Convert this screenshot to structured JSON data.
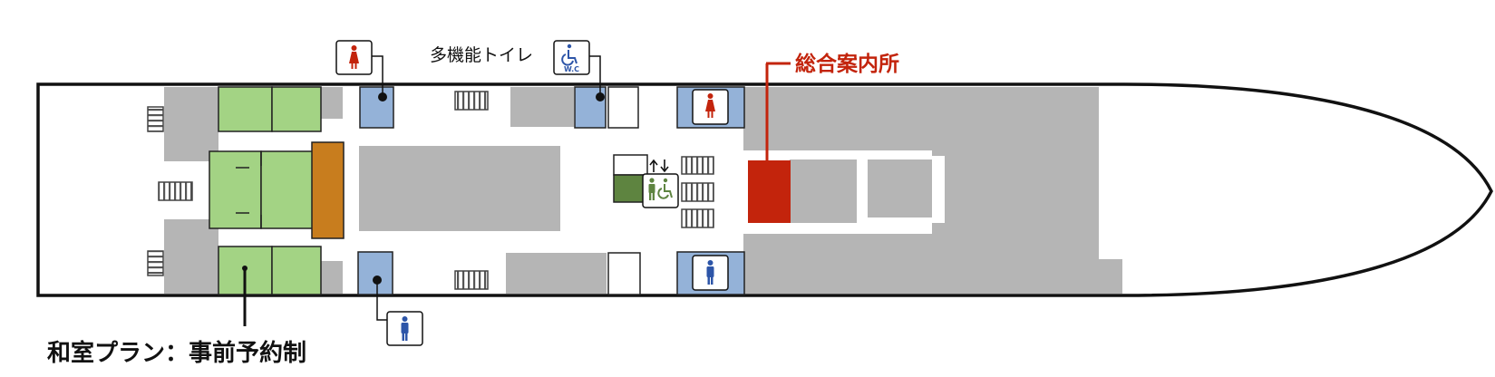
{
  "labels": {
    "multi_toilet": "多機能トイレ",
    "info_desk": "総合案内所",
    "japanese_room": "和室プラン：事前予約制"
  },
  "icon_glyphs": {
    "wc_text": "W.C"
  },
  "colors": {
    "hull_stroke": "#111111",
    "gray_area": "#b5b5b5",
    "room_green": "#a3d384",
    "room_orange": "#c87d1e",
    "toilet_blue": "#94b2d8",
    "info_red": "#c3240c",
    "elevator_green": "#5e8440",
    "female_icon": "#c3240c",
    "male_icon": "#2d55a8",
    "wheelchair_icon": "#2d55a8",
    "elevator_icon": "#5e8440"
  },
  "icons": [
    "female-icon",
    "male-icon",
    "wheelchair-wc-icon",
    "elevator-icon",
    "stairs-icon"
  ]
}
